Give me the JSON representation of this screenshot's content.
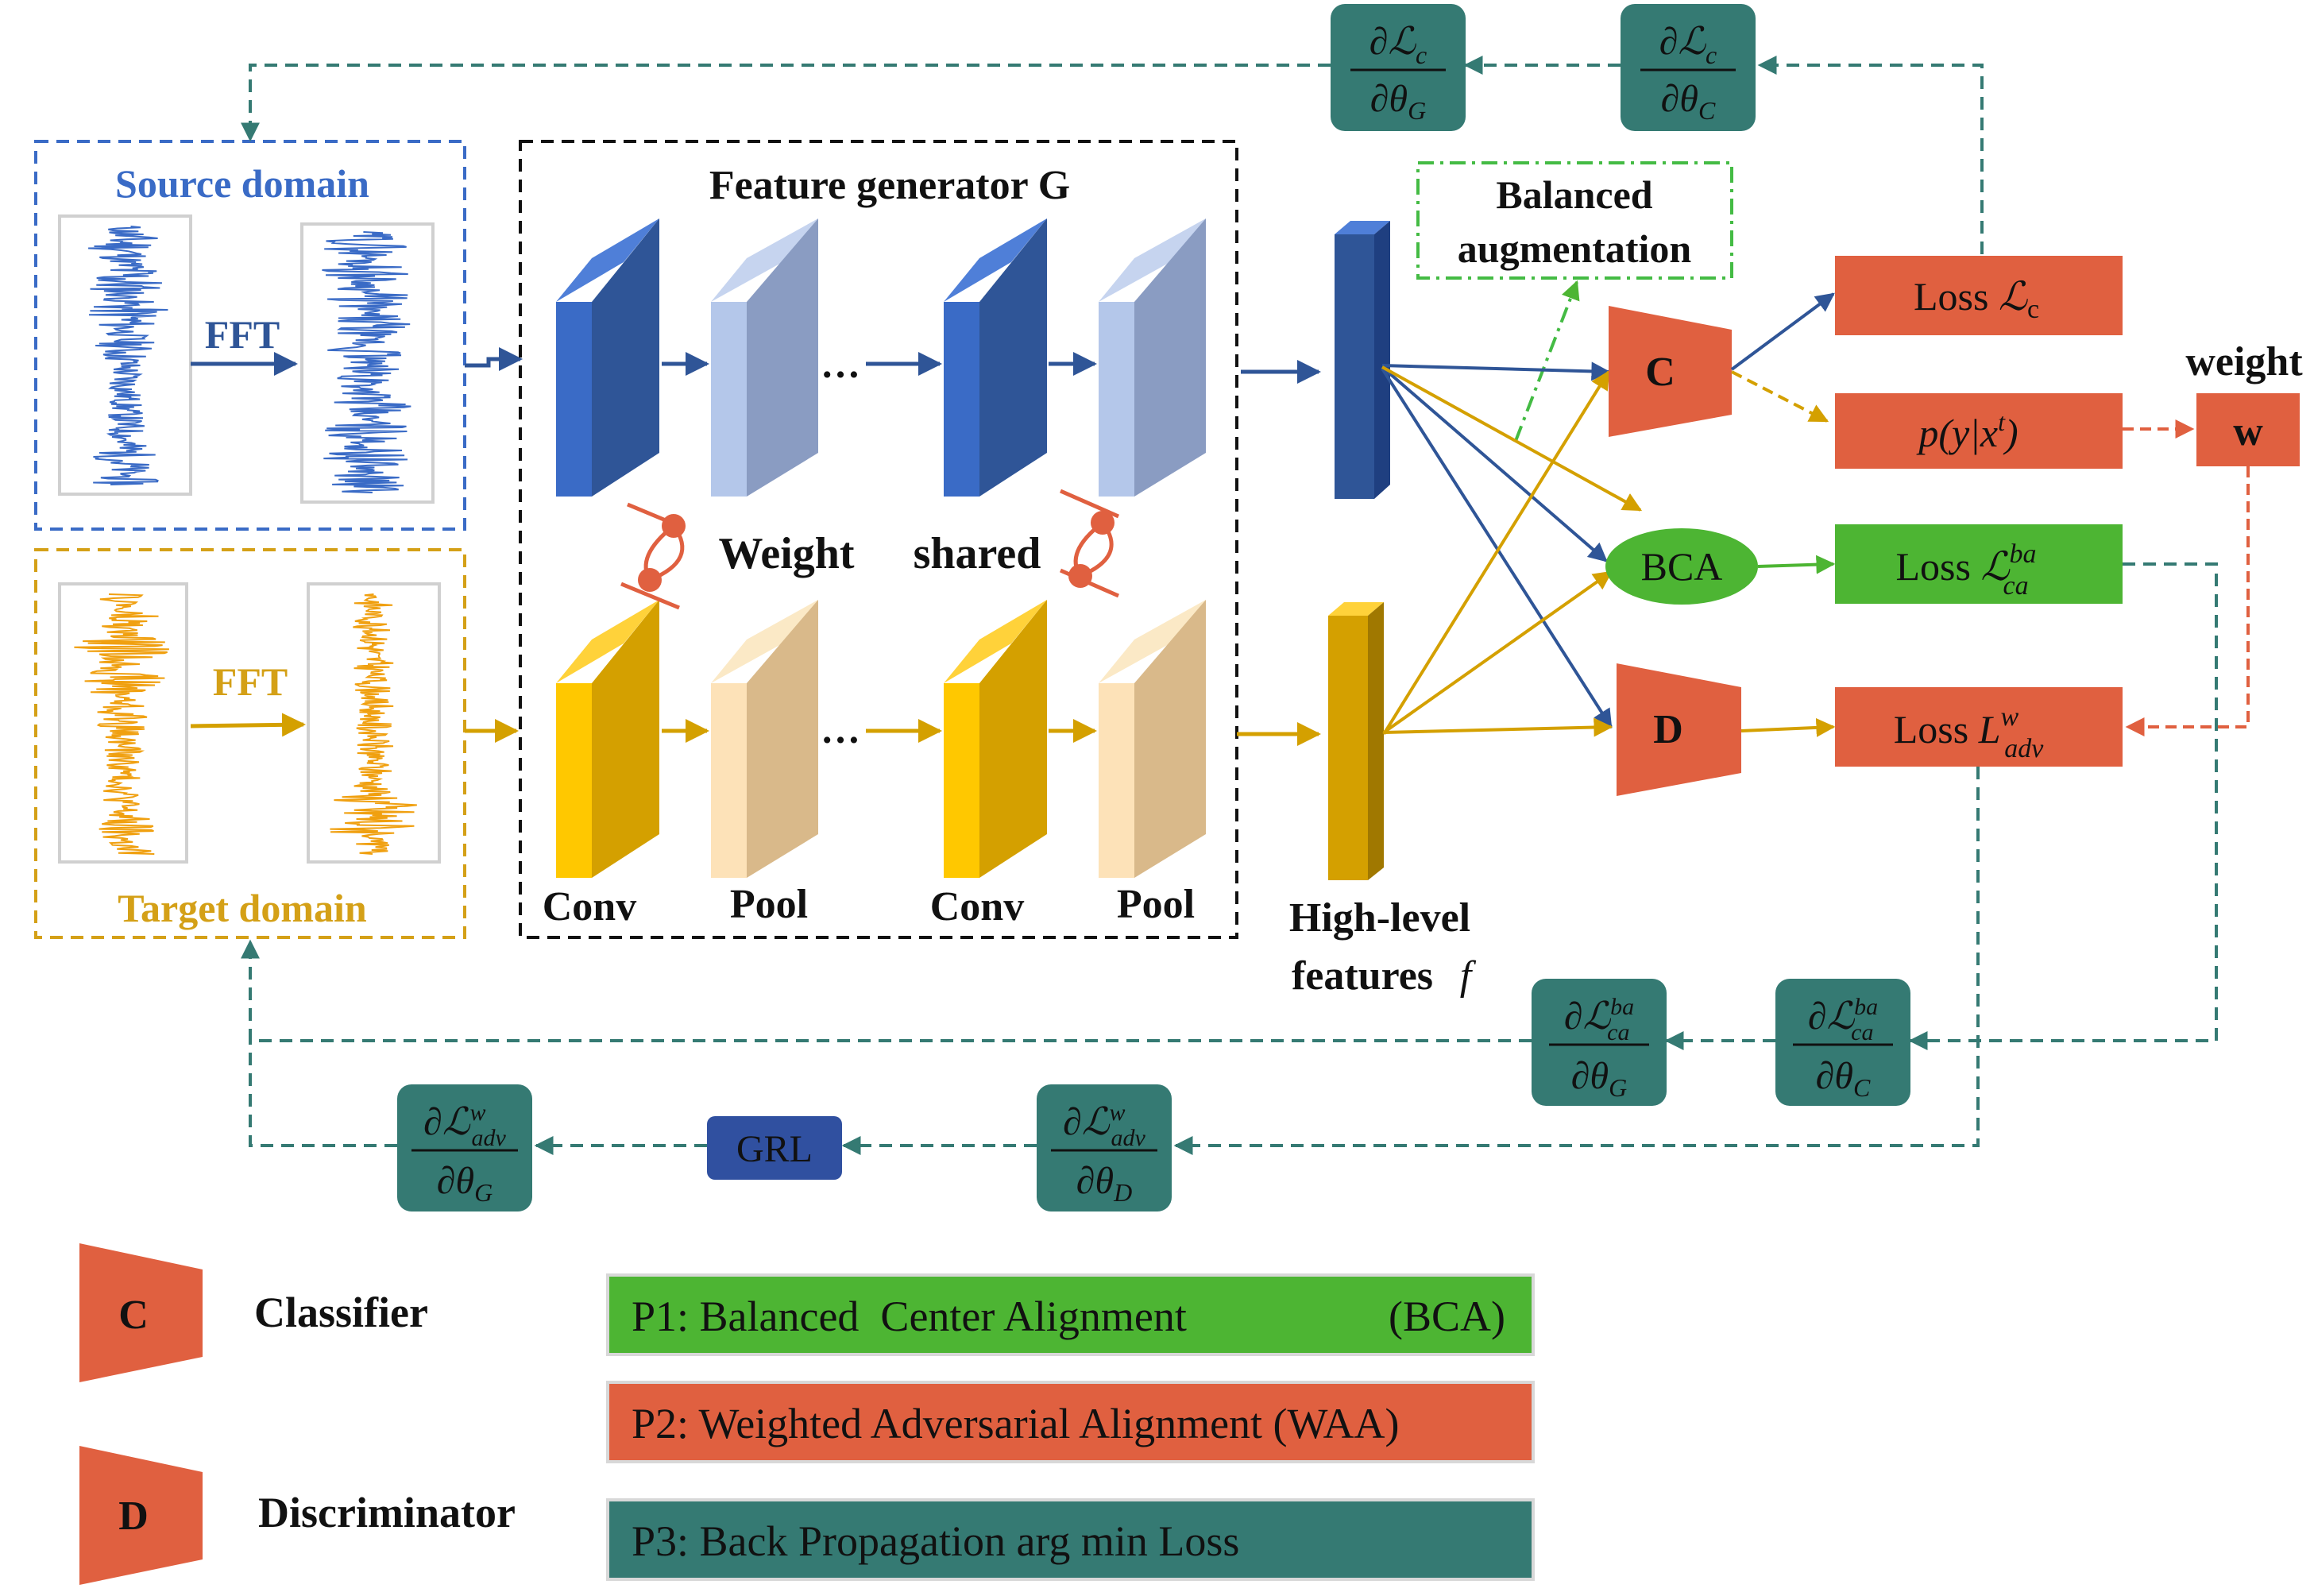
{
  "colors": {
    "blue": "#3a6bc6",
    "blue_dark": "#2f5597",
    "orange_text": "#d4a017",
    "gold": "#d4a000",
    "coral": "#e06040",
    "green": "#4db533",
    "teal": "#357a73",
    "grl_blue": "#3050a0",
    "green_dashed": "#44bb44"
  },
  "source": {
    "title": "Source domain",
    "fft": "FFT"
  },
  "target": {
    "title": "Target domain",
    "fft": "FFT"
  },
  "generator": {
    "title": "Feature generator G",
    "shared_left": "Weight",
    "shared_right": "shared",
    "bottom_labels": [
      "Conv",
      "Pool",
      "Conv",
      "Pool"
    ],
    "ellipsis": "…"
  },
  "features": {
    "line1": "High-level",
    "line2": "features",
    "symbol": "f"
  },
  "balanced_aug": {
    "line1": "Balanced",
    "line2": "augmentation"
  },
  "modules": {
    "classifier": "C",
    "bca": "BCA",
    "discriminator": "D"
  },
  "losses": {
    "lc_prefix": "Loss ",
    "lc_symbol": "ℒ",
    "lc_sub": "c",
    "py": "p(y|x",
    "py_sup": "t",
    "py_close": ")",
    "lca_prefix": "Loss ",
    "lca_symbol": "ℒ",
    "lca_sub": "ca",
    "lca_sup": "ba",
    "ladv_prefix": "Loss ",
    "ladv_symbol": "L",
    "ladv_sub": "adv",
    "ladv_sup": "w"
  },
  "weight": {
    "label": "weight",
    "symbol": "w"
  },
  "gradients": {
    "top_g": {
      "num": "∂ℒ",
      "num_sub": "c",
      "num_sup": "",
      "den": "∂θ",
      "den_sub": "G"
    },
    "top_c": {
      "num": "∂ℒ",
      "num_sub": "c",
      "num_sup": "",
      "den": "∂θ",
      "den_sub": "C"
    },
    "mid_g": {
      "num": "∂ℒ",
      "num_sub": "ca",
      "num_sup": "ba",
      "den": "∂θ",
      "den_sub": "G"
    },
    "mid_c": {
      "num": "∂ℒ",
      "num_sub": "ca",
      "num_sup": "ba",
      "den": "∂θ",
      "den_sub": "C"
    },
    "bot_g": {
      "num": "∂ℒ",
      "num_sub": "adv",
      "num_sup": "w",
      "den": "∂θ",
      "den_sub": "G"
    },
    "bot_d": {
      "num": "∂ℒ",
      "num_sub": "adv",
      "num_sup": "w",
      "den": "∂θ",
      "den_sub": "D"
    }
  },
  "grl": "GRL",
  "legend": {
    "classifier": {
      "letter": "C",
      "label": "Classifier"
    },
    "discriminator": {
      "letter": "D",
      "label": "Discriminator"
    },
    "p1": {
      "text": "P1: Balanced  Center Alignment",
      "abbr": "(BCA)"
    },
    "p2": {
      "text": "P2: Weighted Adversarial Alignment (WAA)"
    },
    "p3": {
      "text": "P3: Back Propagation arg min Loss"
    }
  }
}
